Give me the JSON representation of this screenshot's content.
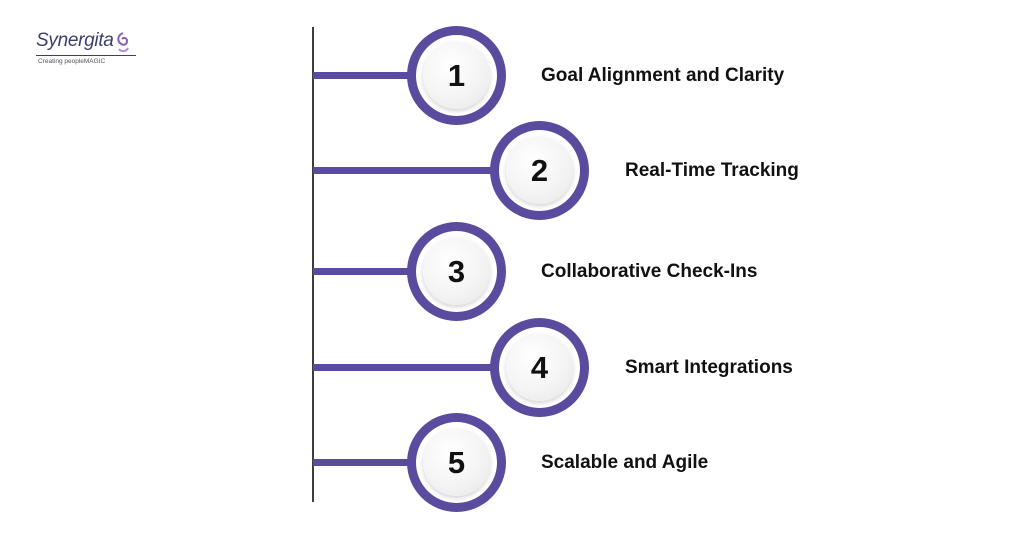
{
  "logo": {
    "name": "Synergita",
    "tagline": "Creating peopleMAGIC"
  },
  "colors": {
    "accent": "#5b4b9e",
    "spine": "#3d3d3d",
    "text": "#111111"
  },
  "steps": [
    {
      "number": "1",
      "label": "Goal Alignment and Clarity"
    },
    {
      "number": "2",
      "label": "Real-Time Tracking"
    },
    {
      "number": "3",
      "label": "Collaborative Check-Ins"
    },
    {
      "number": "4",
      "label": "Smart Integrations"
    },
    {
      "number": "5",
      "label": "Scalable and Agile"
    }
  ]
}
